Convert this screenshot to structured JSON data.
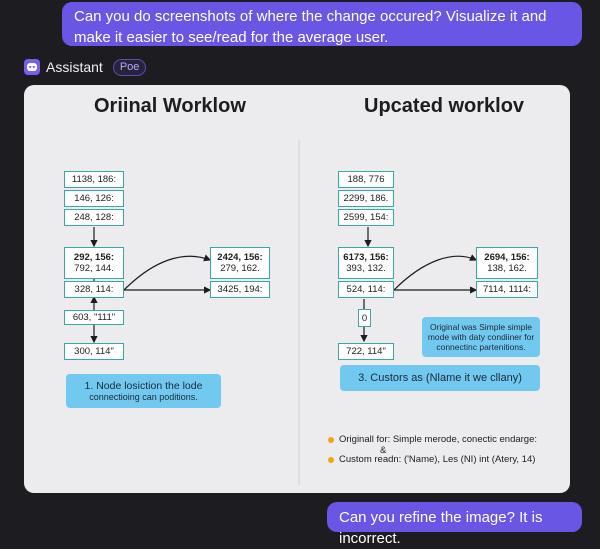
{
  "messages": {
    "user_1": "Can you do screenshots of where the change occured? Visualize it and make it easier to see/read for the average user.",
    "user_2": "Can you refine the image? It is incorrect."
  },
  "assistant": {
    "name": "Assistant",
    "badge": "Poe",
    "icon": "bot-icon"
  },
  "image": {
    "left": {
      "title": "Oriinal Worklow",
      "stack": [
        "1138, 186:",
        "146, 126:",
        "248, 128:"
      ],
      "mid": [
        "292, 156:",
        "792, 144."
      ],
      "node": "328, 114:",
      "right_top": [
        "2424, 156:",
        "279, 162."
      ],
      "right_bottom": "3425, 194:",
      "loop": "603, \"111\"",
      "bottom": "300, 114\"",
      "note": [
        "1. Node losiction the lode",
        "connectioing can poditions."
      ]
    },
    "right": {
      "title": "Upcated worklov",
      "stack": [
        "188, 776",
        "2299, 186.",
        "2599, 154:"
      ],
      "mid": [
        "6173, 156:",
        "393, 132."
      ],
      "node": "524, 114:",
      "right_top": [
        "2694, 156:",
        "138, 162."
      ],
      "right_bottom": "7114, 1114:",
      "loop": "0",
      "bottom": "722, 114\"",
      "info": [
        "Original was Simple simple",
        "mode with daty condiiner for",
        "connectinc partenitions."
      ],
      "note": "3. Custors as (Nlame it we cllany)",
      "bullets": [
        "Originall for: Simple merode, conectic endarge:",
        "&",
        "Custom readn: ('Name), Les (NI) int (Atery, 14)"
      ]
    },
    "colors": {
      "box_border": "#3aa8a2",
      "note_bg": "#72c9ef",
      "bullet": "#f0a810",
      "accent": "#6a56e4"
    }
  }
}
